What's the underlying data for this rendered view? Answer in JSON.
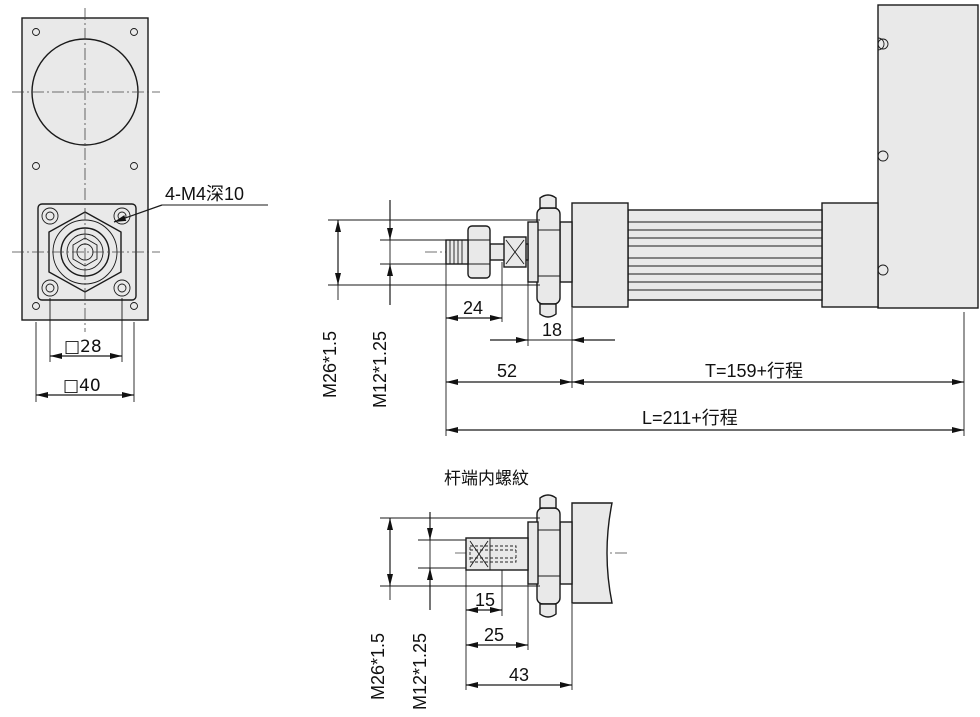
{
  "labels": {
    "mounting_holes": "4-M4深10",
    "square_28": "□28",
    "square_40": "□40",
    "thread_m26": "M26*1.5",
    "thread_m12": "M12*1.25",
    "dim_24": "24",
    "dim_18": "18",
    "dim_52": "52",
    "dim_T": "T=159+行程",
    "dim_L": "L=211+行程",
    "detail_title": "杆端内螺紋",
    "detail_thread_m26": "M26*1.5",
    "detail_thread_m12": "M12*1.25",
    "detail_15": "15",
    "detail_25": "25",
    "detail_43": "43"
  },
  "colors": {
    "body_fill": "#e9e9e9",
    "stroke": "#1a1a1a"
  }
}
